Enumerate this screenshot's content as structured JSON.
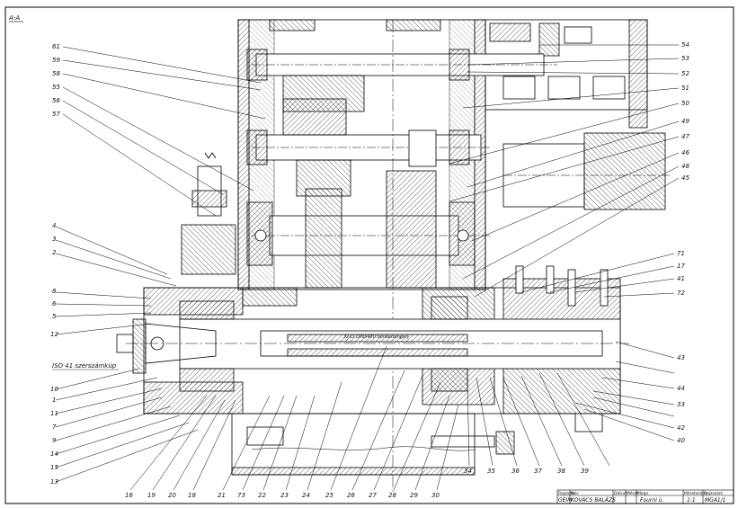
{
  "section_label": "A-A",
  "tool_note": "ISO 41 szerszámkúp",
  "spline_note": "32x3 DIN5480 bordástengely",
  "labels": {
    "left": [
      "4",
      "3",
      "2",
      "8",
      "6",
      "5",
      "12",
      "10",
      "1",
      "11",
      "7",
      "9",
      "14",
      "15",
      "13"
    ],
    "top": [
      "61",
      "59",
      "58",
      "55",
      "56",
      "57"
    ],
    "right": [
      "54",
      "53",
      "52",
      "51",
      "50",
      "49",
      "47",
      "46",
      "48",
      "45",
      "71",
      "17",
      "41",
      "72",
      "43",
      "44",
      "33",
      "42",
      "40"
    ],
    "bottom": [
      "16",
      "19",
      "20",
      "18",
      "21",
      "73",
      "22",
      "23",
      "24",
      "25",
      "26",
      "27",
      "28",
      "29",
      "30",
      "34",
      "35",
      "36",
      "37",
      "38",
      "39"
    ]
  },
  "title_block": {
    "h1": "Rajzolta",
    "v1": "GEIM",
    "h2": "Név",
    "v2": "KOVÁCS BALÁZS",
    "h3": "Dátum",
    "h4": "Méret",
    "h5": "Megn.",
    "v5": "Fourni ü.",
    "h6": "Méretarány",
    "v6": "1:1",
    "h7": "Rajzszám",
    "v7": "MGA1/1"
  }
}
